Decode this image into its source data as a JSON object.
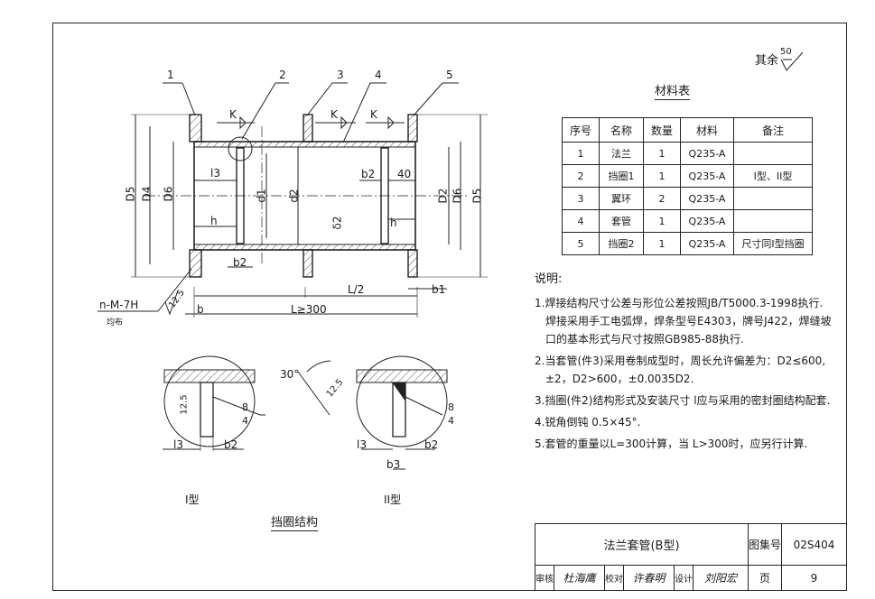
{
  "roughness": {
    "label": "其余",
    "value": "50"
  },
  "drawing": {
    "part_numbers": [
      "1",
      "2",
      "3",
      "4",
      "5"
    ],
    "weld": {
      "letter": "K"
    },
    "dims": {
      "D5": "D5",
      "D4": "D4",
      "D6": "D6",
      "l3": "l3",
      "h": "h",
      "d1": "d1",
      "d2": "d2",
      "delta2": "δ2",
      "b2": "b2",
      "forty": "40",
      "D2": "D2",
      "b": "b",
      "L_half": "L/2",
      "L_min": "L≥300",
      "b1": "b1",
      "holes": "n-M-7H",
      "uniform": "均布",
      "r125": "12.5"
    }
  },
  "details": {
    "type1": {
      "label": "I型",
      "l3": "l3",
      "b2": "b2",
      "r125": "12.5",
      "weld_top": "8",
      "weld_bot": "4"
    },
    "type2": {
      "label": "II型",
      "l3": "l3",
      "b2": "b2",
      "b3": "b3",
      "angle": "30°",
      "r125": "12.5",
      "weld_top": "8",
      "weld_bot": "4"
    },
    "title": "挡圈结构"
  },
  "materials": {
    "title": "材料表",
    "headers": [
      "序号",
      "名称",
      "数量",
      "材料",
      "备注"
    ],
    "rows": [
      [
        "1",
        "法兰",
        "1",
        "Q235-A",
        ""
      ],
      [
        "2",
        "挡圈1",
        "1",
        "Q235-A",
        "I型、II型"
      ],
      [
        "3",
        "翼环",
        "2",
        "Q235-A",
        ""
      ],
      [
        "4",
        "套管",
        "1",
        "Q235-A",
        ""
      ],
      [
        "5",
        "挡圈2",
        "1",
        "Q235-A",
        "尺寸同I型挡圈"
      ]
    ]
  },
  "notes": {
    "title": "说明:",
    "items": [
      "1.焊接结构尺寸公差与形位公差按照JB/T5000.3-1998执行.",
      "焊接采用手工电弧焊，焊条型号E4303，牌号J422，焊缝坡",
      "口的基本形式与尺寸按照GB985-88执行.",
      "2.当套管(件3)采用卷制成型时，周长允许偏差为：D2≤600,",
      "±2，D2>600，±0.0035D2.",
      "3.挡圈(件2)结构形式及安装尺寸 l应与采用的密封圈结构配套.",
      "4.锐角倒钝 0.5×45°.",
      "5.套管的重量以L=300计算，当 L>300时，应另行计算."
    ]
  },
  "title_block": {
    "drawing_title": "法兰套管(B型)",
    "atlas_label": "图集号",
    "atlas_no": "02S404",
    "review_label": "审核",
    "review_sig": "杜海鹰",
    "check_label": "校对",
    "check_sig": "许春明",
    "design_label": "设计",
    "design_sig": "刘阳宏",
    "page_label": "页",
    "page_no": "9"
  }
}
